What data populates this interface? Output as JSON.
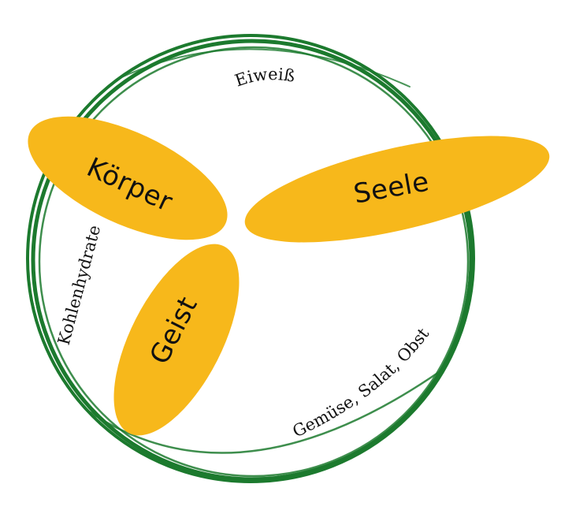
{
  "colors": {
    "ring": "#1c7a2e",
    "petal": "#f7b81b",
    "text": "#111111",
    "background": "#ffffff"
  },
  "petals": {
    "koerper": "Körper",
    "seele": "Seele",
    "geist": "Geist"
  },
  "ring_labels": {
    "top": "Eiweiß",
    "left": "Kohlenhydrate",
    "bottom_right": "Gemüse, Salat, Obst"
  }
}
